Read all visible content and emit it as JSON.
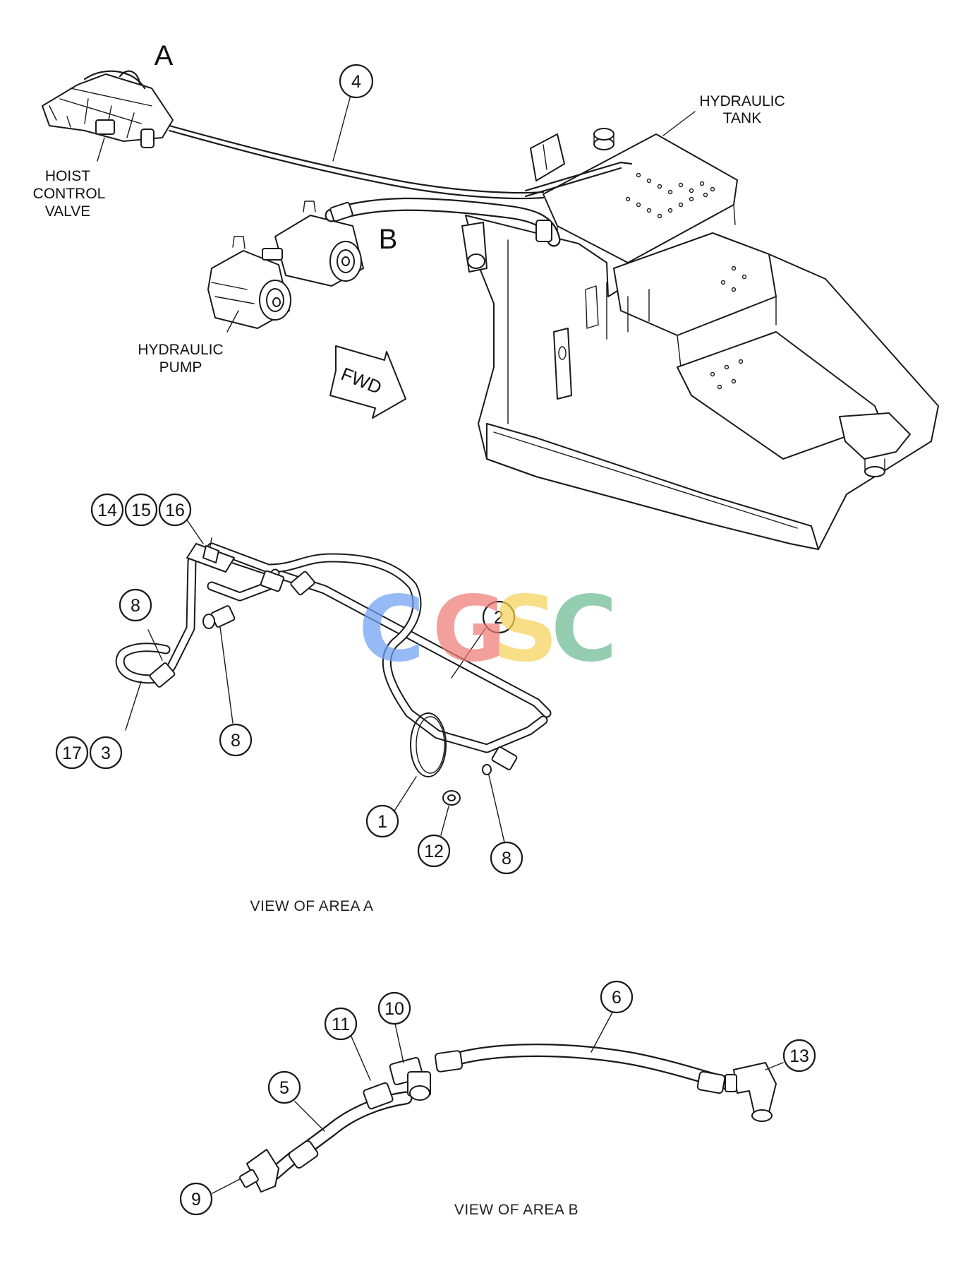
{
  "area_a_marker": "A",
  "area_b_marker": "B",
  "labels": {
    "hoist_control_valve": [
      "HOIST",
      "CONTROL",
      "VALVE"
    ],
    "hydraulic_tank": [
      "HYDRAULIC",
      "TANK"
    ],
    "hydraulic_pump": [
      "HYDRAULIC",
      "PUMP"
    ],
    "fwd_arrow": "FWD"
  },
  "callouts": {
    "c1": "1",
    "c2": "2",
    "c3": "3",
    "c4": "4",
    "c5": "5",
    "c6": "6",
    "c8a": "8",
    "c8b": "8",
    "c8c": "8",
    "c9": "9",
    "c10": "10",
    "c11": "11",
    "c12": "12",
    "c13": "13",
    "c14": "14",
    "c15": "15",
    "c16": "16",
    "c17": "17"
  },
  "views": {
    "area_a": "VIEW OF AREA  A",
    "area_b": "VIEW OF AREA  B"
  },
  "watermark": {
    "letters": [
      "C",
      "G",
      "S",
      "C"
    ],
    "colors": [
      "#6fa0f2",
      "#ef7c78",
      "#f6d259",
      "#6cbb93"
    ]
  }
}
